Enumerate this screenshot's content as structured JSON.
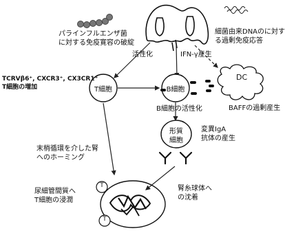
{
  "labels": {
    "parainfluenza": [
      "パラインフルエンザ菌",
      "に対する免疫寛容の破綻"
    ],
    "bacterial_dna": [
      "細菌由来DNAのに対す",
      "る過剰免疫応答"
    ],
    "activation": "活性化",
    "ifn": "IFN-γ産生",
    "tcrv": [
      "TCRVβ6⁺, CXCR3⁺, CX3CR1⁺",
      "T細胞の増加"
    ],
    "t_cell": "T細胞",
    "b_cell": "B細胞",
    "dc": "DC",
    "baff": "BAFFの過剰産生",
    "b_activation": "B細胞の活性化",
    "plasma_cell": [
      "形質",
      "細胞"
    ],
    "iga": [
      "変異IgA",
      "抗体の産生"
    ],
    "homing": [
      "末梢循環を介した腎",
      "へのホーミング"
    ],
    "infiltration": [
      "尿細管間質へ",
      "T細胞の浸潤"
    ],
    "deposition": [
      "腎糸球体へ",
      "の沈着"
    ],
    "t_small": "T"
  }
}
